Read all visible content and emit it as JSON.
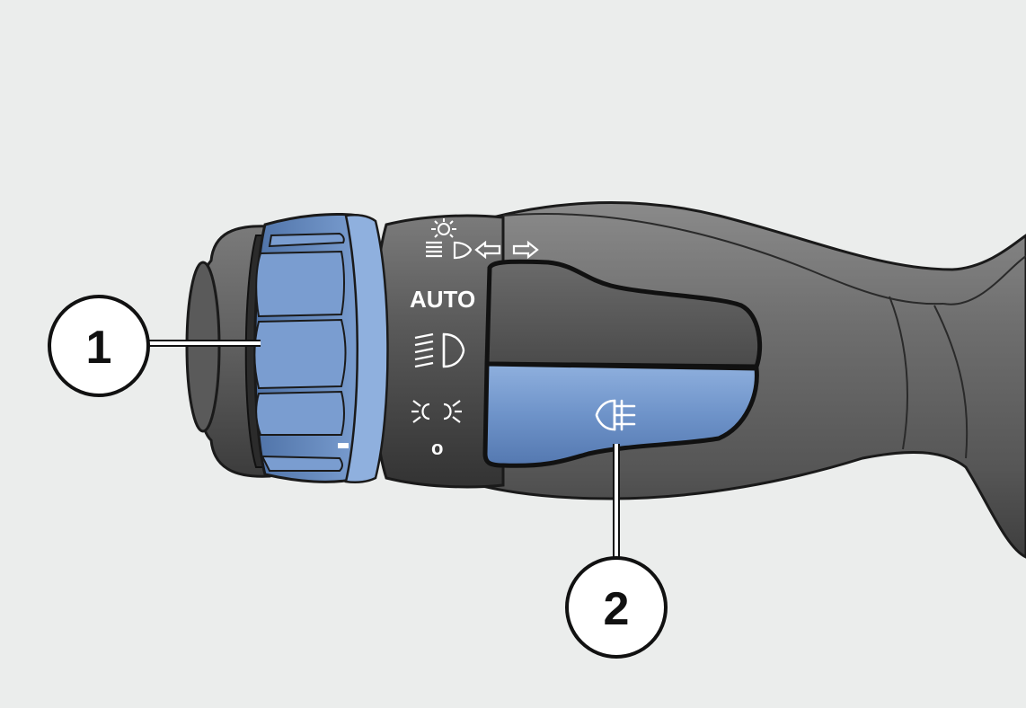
{
  "stalk_symbols": {
    "auto_label": "AUTO",
    "off_label": "o",
    "ring_mark": "-"
  },
  "callouts": [
    {
      "number": "1",
      "target": "light-switch-ring"
    },
    {
      "number": "2",
      "target": "rear-fog-light-button"
    }
  ],
  "icons": {
    "parking": "parking-light-icon",
    "direction": "main-beam-direction-arrows-icon",
    "headlight": "dipped-beam-icon",
    "position": "position-lights-icon",
    "fog": "rear-fog-light-icon"
  },
  "colors": {
    "background": "#ebedec",
    "stalk_dark": "#3f3f3f",
    "stalk_mid": "#6b6b6b",
    "highlight_blue": "#6e93c9",
    "symbol_white": "#ffffff"
  }
}
